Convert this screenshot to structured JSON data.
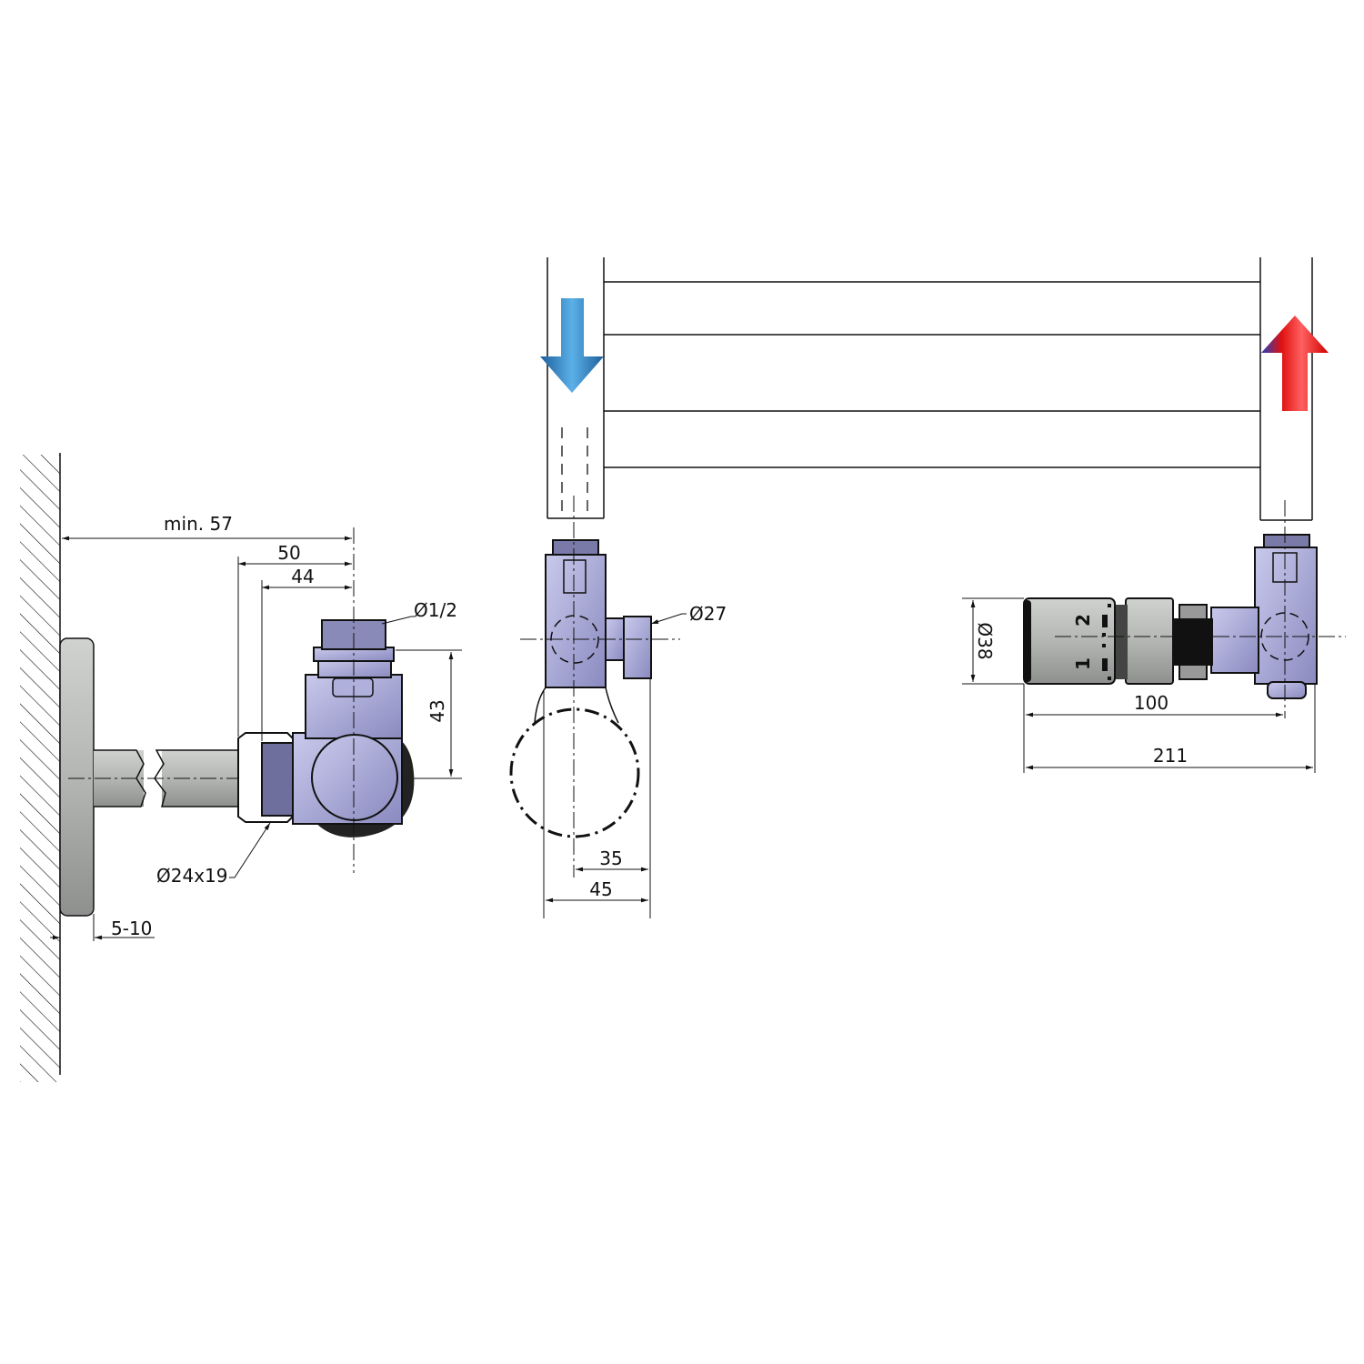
{
  "drawing": {
    "side_view": {
      "dim_min": "min. 57",
      "dim_50": "50",
      "dim_44": "44",
      "thread": "Ø1/2",
      "dim_43": "43",
      "pipe": "Ø24x19",
      "wall_gap": "5-10"
    },
    "front_view": {
      "dim_27": "Ø27",
      "dim_35": "35",
      "dim_45": "45"
    },
    "thermo_view": {
      "dim_38": "Ø38",
      "dim_100": "100",
      "dim_211": "211",
      "dial_1": "1",
      "dial_2": "2"
    },
    "colors": {
      "supply_arrow": "#2f7fc0",
      "return_arrow": "#e01010",
      "valve_body": "#a9a9d6",
      "head": "#b5b8b5"
    }
  }
}
